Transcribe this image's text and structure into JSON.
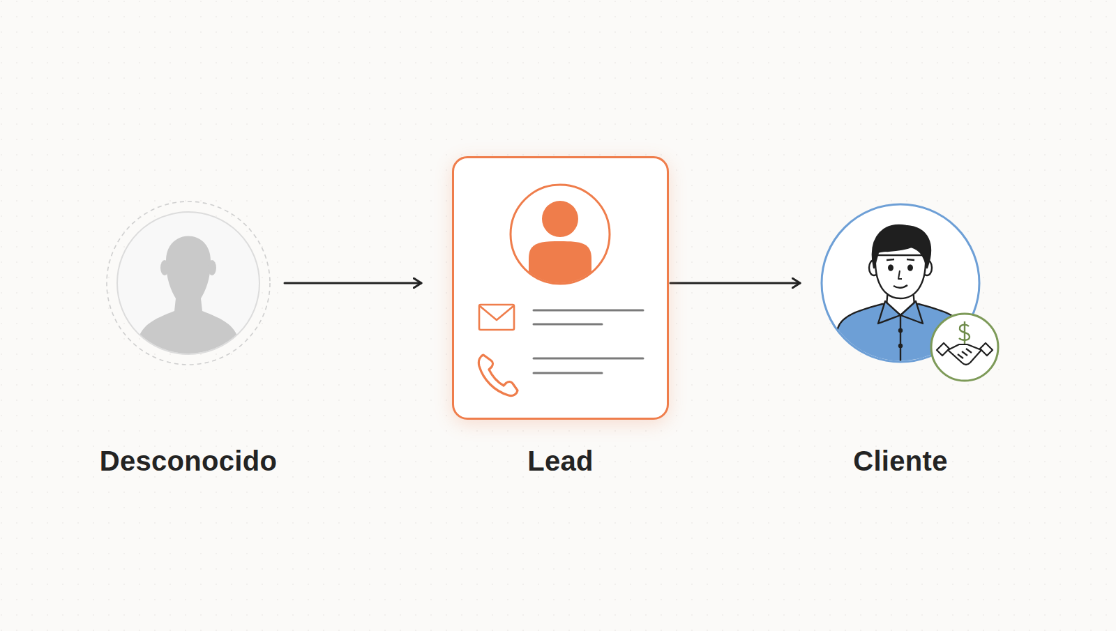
{
  "diagram": {
    "nodes": [
      {
        "text": [
          "Desconocido"
        ]
      },
      {
        "text": [
          "Lead"
        ]
      },
      {
        "text": [
          "Cliente"
        ]
      }
    ],
    "edges": [
      {
        "from": 0,
        "to": 1,
        "arrow": "to"
      },
      {
        "from": 1,
        "to": 2,
        "arrow": "to"
      }
    ]
  }
}
